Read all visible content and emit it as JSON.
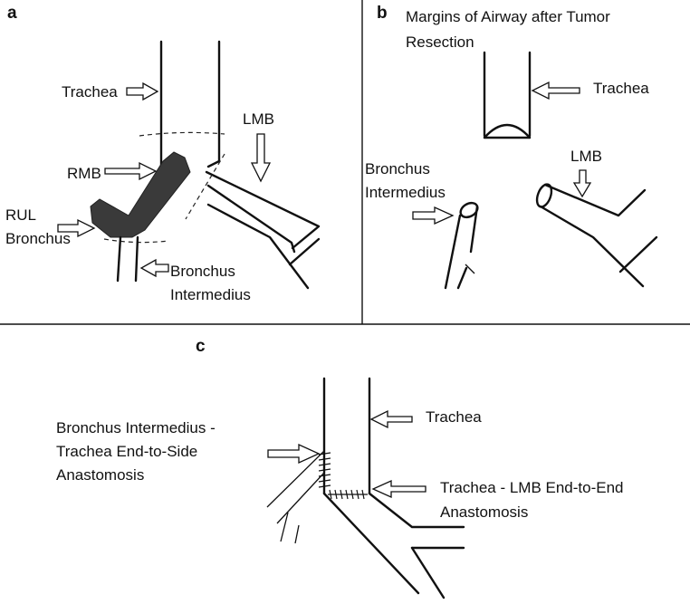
{
  "panels": {
    "a": {
      "letter": "a",
      "labels": {
        "trachea": "Trachea",
        "lmb": "LMB",
        "rmb": "RMB",
        "rul_line1": "RUL",
        "rul_line2": "Bronchus",
        "bi_line1": "Bronchus",
        "bi_line2": "Intermedius"
      }
    },
    "b": {
      "letter": "b",
      "labels": {
        "title_line1": "Margins of Airway after Tumor",
        "title_line2": "Resection",
        "trachea": "Trachea",
        "lmb": "LMB",
        "bi_line1": "Bronchus",
        "bi_line2": "Intermedius"
      }
    },
    "c": {
      "letter": "c",
      "labels": {
        "trachea": "Trachea",
        "bi_anast_line1": "Bronchus Intermedius -",
        "bi_anast_line2": "Trachea End-to-Side",
        "bi_anast_line3": "Anastomosis",
        "lmb_anast_line1": "Trachea - LMB End-to-End",
        "lmb_anast_line2": "Anastomosis"
      }
    }
  },
  "colors": {
    "line": "#111111",
    "tumor": "#3a3a3a",
    "arrow_fill": "#ffffff",
    "background": "#ffffff"
  }
}
